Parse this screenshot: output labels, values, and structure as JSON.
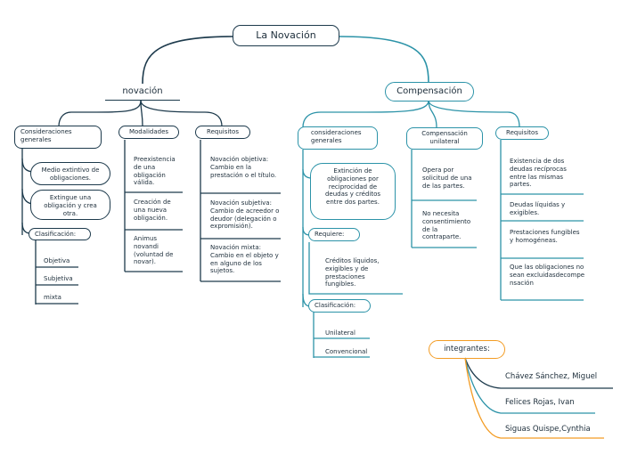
{
  "title": "La Novación",
  "left": {
    "title": "novación",
    "consideraciones": {
      "label": "Consideraciones generales",
      "items": [
        "Medio extintivo de obligaciones.",
        "Extingue una obligación y crea otra."
      ],
      "clasificacion": {
        "label": "Clasificación:",
        "items": [
          "Objetiva",
          "Subjetiva",
          "mixta"
        ]
      }
    },
    "modalidades": {
      "label": "Modalidades",
      "items": [
        "Preexistencia de una obligación válida.",
        "Creación de una nueva obligación.",
        "Animus novandi (voluntad de novar)."
      ]
    },
    "requisitos": {
      "label": "Requisitos",
      "items": [
        "Novación objetiva: Cambio en la prestación o el título.",
        "Novación subjetiva: Cambio de acreedor o deudor (delegación o expromisión).",
        "Novación mixta: Cambio en el objeto y en alguno de los sujetos."
      ]
    }
  },
  "right": {
    "title": "Compensación",
    "consideraciones": {
      "label": "consideraciones generales",
      "item": "Extinción de obligaciones por reciprocidad de deudas y créditos entre dos partes.",
      "requiere": {
        "label": "Requiere:",
        "item": "Créditos líquidos, exigibles y de prestaciones fungibles."
      },
      "clasificacion": {
        "label": "Clasificación:",
        "items": [
          "Unilateral",
          "Convencional"
        ]
      }
    },
    "unilateral": {
      "label": "Compensación unilateral",
      "items": [
        "Opera por solicitud de una de las partes.",
        "No necesita consentimiento de la contraparte."
      ]
    },
    "requisitos": {
      "label": "Requisitos",
      "items": [
        "Existencia de dos deudas recíprocas entre las mismas partes.",
        "Deudas líquidas y exigibles.",
        "Prestaciones fungibles y homogéneas.",
        "Que las obligaciones no sean excluidasdecompensación"
      ]
    }
  },
  "integrantes": {
    "label": "integrantes:",
    "members": [
      "Chávez Sánchez, Miguel",
      "Felices Rojas, Ivan",
      "Siguas Quispe,Cynthia"
    ]
  },
  "colors": {
    "navy": "#1d3a4c",
    "teal": "#2c93a8",
    "orange": "#f39c24",
    "member_lines": [
      "#1d3a4c",
      "#2c93a8",
      "#f39c24"
    ]
  }
}
